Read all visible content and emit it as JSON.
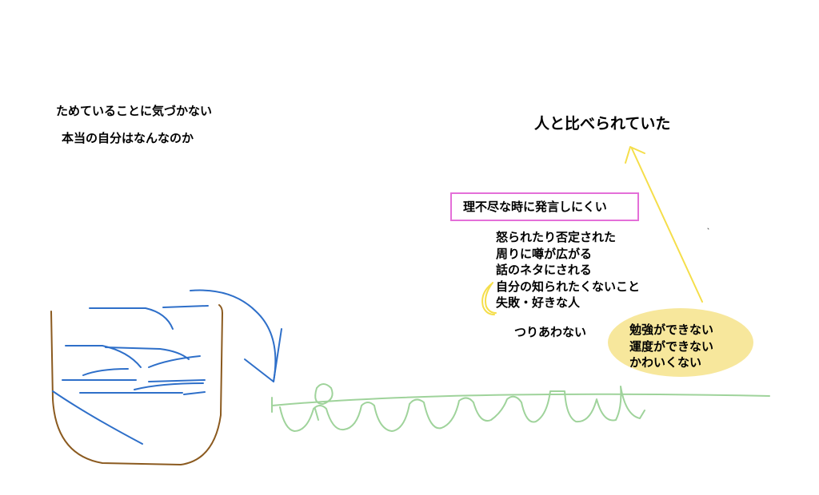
{
  "notes": {
    "unaware": "ためていることに気づかない",
    "true_self": "本当の自分はなんなのか",
    "compared": "人と比べられていた",
    "hard_to_speak": "理不尽な時に発言しにくい",
    "mismatch": "つりあわない"
  },
  "reasons": [
    "怒られたり否定された",
    "周りに噂が広がる",
    "話のネタにされる",
    "自分の知られたくないこと",
    "失敗・好きな人"
  ],
  "ellipse_items": [
    "勉強ができない",
    "運度ができない",
    "かわいくない"
  ],
  "colors": {
    "container_stroke": "#8b5a1f",
    "water_stroke": "#2e6fc9",
    "ground_stroke": "#9fd39b",
    "arrow_stroke": "#f5de4a",
    "box_border": "#e46fd8",
    "ellipse_fill": "#f7e79c"
  }
}
